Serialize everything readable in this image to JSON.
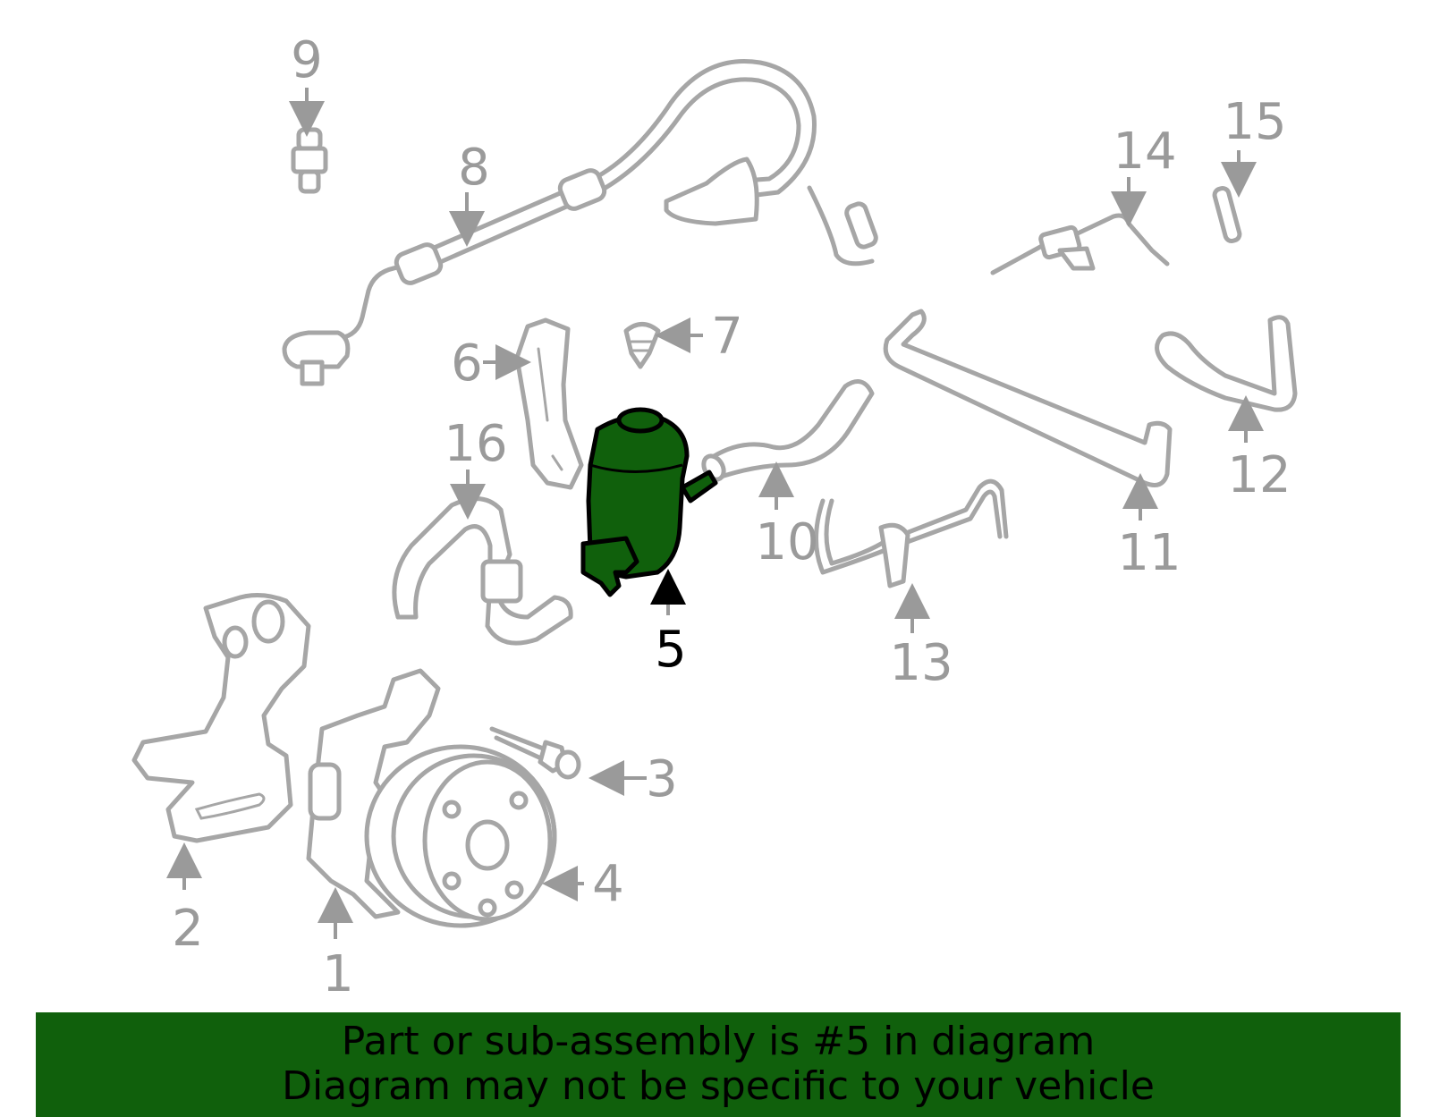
{
  "diagram": {
    "highlighted_part": "5",
    "highlight_color": "#10600c",
    "part_color": "#a6a6a6",
    "callouts": {
      "p1": "1",
      "p2": "2",
      "p3": "3",
      "p4": "4",
      "p5": "5",
      "p6": "6",
      "p7": "7",
      "p8": "8",
      "p9": "9",
      "p10": "10",
      "p11": "11",
      "p12": "12",
      "p13": "13",
      "p14": "14",
      "p15": "15",
      "p16": "16"
    }
  },
  "banner": {
    "line1": "Part or sub-assembly is #5 in diagram",
    "line2": "Diagram may not be specific to your vehicle"
  }
}
